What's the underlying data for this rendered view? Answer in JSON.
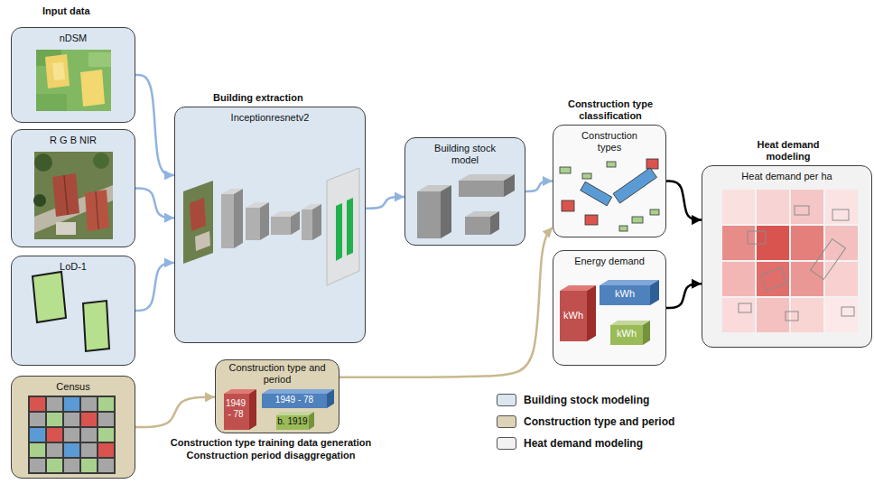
{
  "diagram": {
    "nodes": [
      {
        "text": [
          "nDSM"
        ]
      },
      {
        "text": [
          "R G B NIR"
        ]
      },
      {
        "text": [
          "LoD-1"
        ]
      },
      {
        "text": [
          "Census"
        ]
      },
      {
        "text": [
          "Building extraction",
          "Inceptionresnetv2"
        ]
      },
      {
        "text": [
          "Building stock model"
        ]
      },
      {
        "text": [
          "Construction type and period",
          "1949 - 78",
          "1949 - 78",
          "b. 1919"
        ]
      },
      {
        "text": [
          "Construction type classification",
          "Construction types"
        ]
      },
      {
        "text": [
          "Energy demand",
          "kWh",
          "kWh",
          "kWh"
        ]
      },
      {
        "text": [
          "Heat demand modeling",
          "Heat demand per ha"
        ]
      }
    ],
    "edges": [
      {
        "from": 0,
        "to": 4,
        "arrow": "to"
      },
      {
        "from": 1,
        "to": 4,
        "arrow": "to"
      },
      {
        "from": 2,
        "to": 4,
        "arrow": "to"
      },
      {
        "from": 4,
        "to": 5,
        "arrow": "to"
      },
      {
        "from": 5,
        "to": 7,
        "arrow": "to"
      },
      {
        "from": 3,
        "to": 6,
        "arrow": "to"
      },
      {
        "from": 6,
        "to": 7,
        "arrow": "to"
      },
      {
        "from": 7,
        "to": 9,
        "arrow": "to"
      },
      {
        "from": 8,
        "to": 9,
        "arrow": "to"
      }
    ],
    "labels": [
      "Input data",
      "Construction type training data generation",
      "Construction period disaggregation"
    ],
    "legend": [
      {
        "text": "Building stock modeling",
        "color": "#dbe6f1"
      },
      {
        "text": "Construction type and period",
        "color": "#ddd3b6"
      },
      {
        "text": "Heat demand modeling",
        "color": "#f2f2f2"
      }
    ]
  }
}
